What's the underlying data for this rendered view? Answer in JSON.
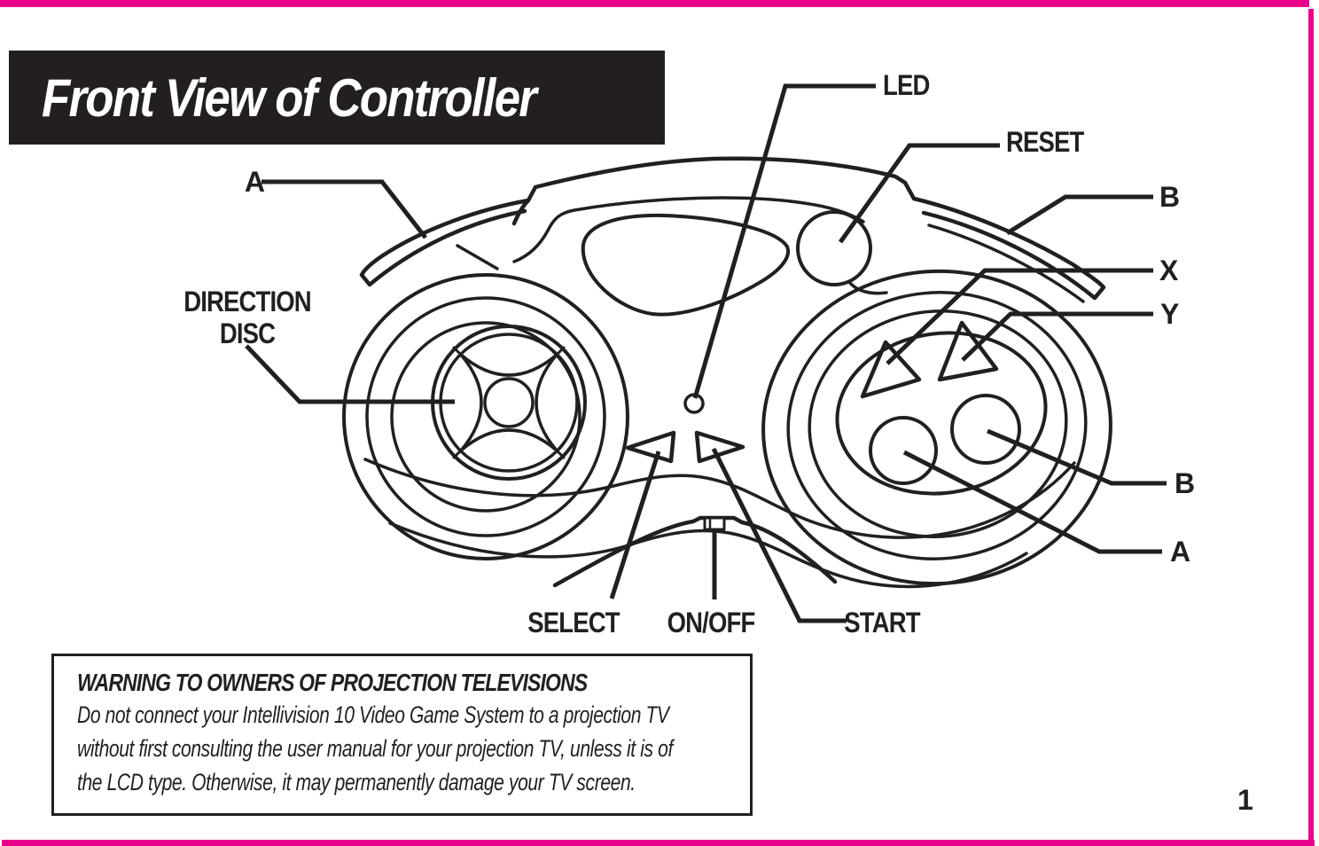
{
  "page": {
    "number": "1",
    "accent_color": "#e8008c",
    "ink_color": "#231f20"
  },
  "header": {
    "title": "Front View of Controller"
  },
  "diagram": {
    "labels": {
      "led": "LED",
      "reset": "RESET",
      "b_top": "B",
      "x": "X",
      "y": "Y",
      "b_bottom": "B",
      "a_bottom": "A",
      "a_top": "A",
      "direction_line1": "DIRECTION",
      "direction_line2": "DISC",
      "select": "SELECT",
      "on_off": "ON/OFF",
      "start": "START"
    }
  },
  "warning": {
    "heading": "WARNING TO OWNERS OF PROJECTION  TELEVISIONS",
    "body_lines": [
      "Do not connect your Intellivision 10 Video Game System to a projection TV",
      "without first consulting the user manual for your projection TV, unless it is of",
      "the LCD type. Otherwise, it may permanently damage your TV screen."
    ]
  }
}
